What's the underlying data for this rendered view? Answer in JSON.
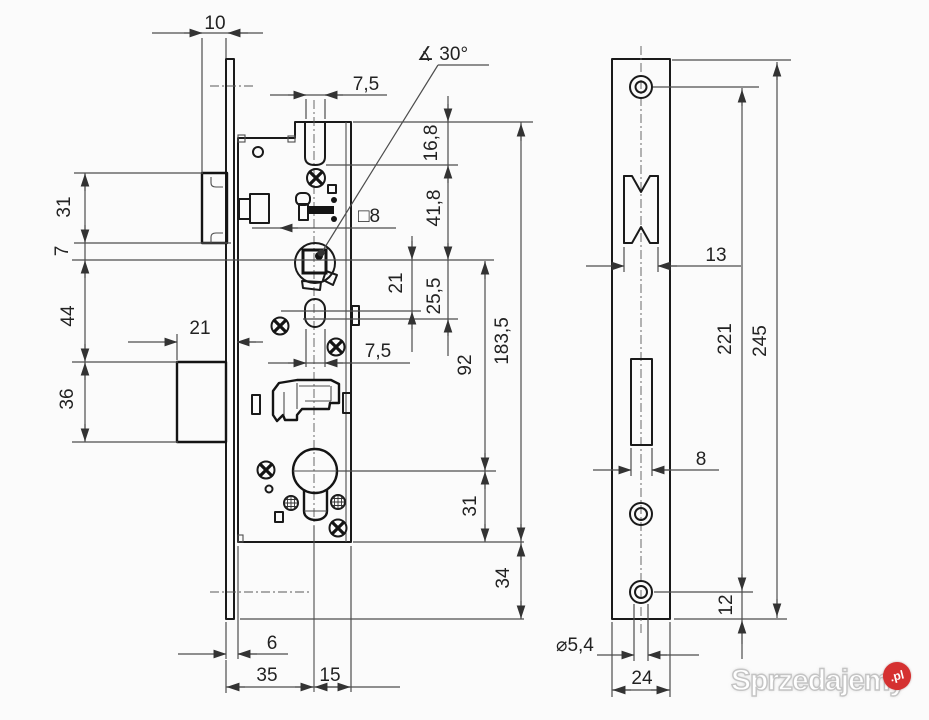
{
  "left_view": {
    "dims": {
      "faceplate_offset": "10",
      "top_slot_width": "7,5",
      "chamfer_angle": "∡ 30°",
      "spindle_square": "□8",
      "latch_height": "31",
      "latch_to_center": "7",
      "center_to_deadbolt": "44",
      "deadbolt_height": "36",
      "deadbolt_throw": "21",
      "lower_slot_width": "7,5",
      "top_to_slot": "16,8",
      "slot_to_center": "41,8",
      "center_to_hole_top": "21",
      "center_to_hole_bottom": "25,5",
      "centre_distance": "92",
      "case_height": "183,5",
      "cylinder_to_case_bottom": "31",
      "case_to_plate_bottom": "34",
      "plate_to_case": "6",
      "backset": "35",
      "center_to_back": "15"
    }
  },
  "right_view": {
    "dims": {
      "latch_opening_width": "13",
      "screw_hole_spacing": "221",
      "plate_length": "245",
      "deadbolt_opening_width": "8",
      "hole_to_plate_end": "12",
      "screw_hole_diameter": "⌀5,4",
      "plate_width": "24"
    }
  },
  "watermark": {
    "brand": "Sprzedajemy",
    "badge": ".pl"
  }
}
